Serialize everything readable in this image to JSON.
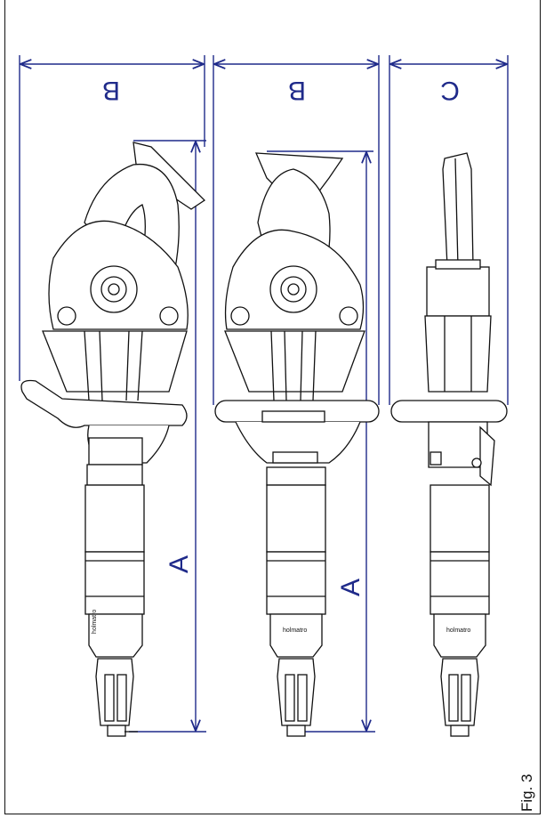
{
  "figure": {
    "label": "Fig. 3"
  },
  "dimensions": {
    "width_front": "B",
    "width_back": "B",
    "depth_side": "C",
    "length_front": "A",
    "length_back": "A"
  },
  "tool_logo": "holmatro",
  "colors": {
    "dimension": "#1f2a8a",
    "drawing": "#111111",
    "background": "#ffffff"
  }
}
